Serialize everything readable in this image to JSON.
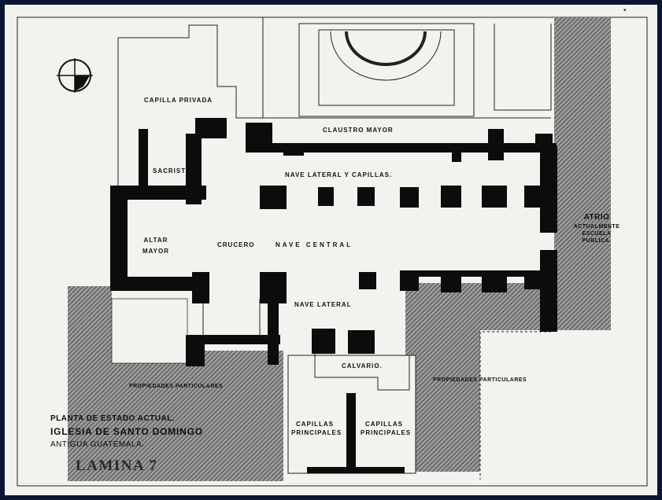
{
  "document": {
    "sheet_label": "LAMINA 7",
    "title_lines": [
      "PLANTA DE ESTADO ACTUAL.",
      "IGLESIA DE SANTO DOMINGO",
      "ANTIGUA GUATEMALA."
    ]
  },
  "plan_labels": {
    "capilla_privada": "CAPILLA PRIVADA",
    "claustro_mayor": "CLAUSTRO MAYOR",
    "sacristia": "SACRISTIA",
    "nave_lateral_capillas": "NAVE LATERAL Y CAPILLAS.",
    "altar_mayor": [
      "ALTAR",
      "MAYOR"
    ],
    "crucero": "CRUCERO",
    "nave_central": "NAVE CENTRAL",
    "nave_lateral": "NAVE LATERAL",
    "calvario": "CALVARIO.",
    "atrio": [
      "ATRIO",
      "ACTUALMENTE",
      "ESCUELA",
      "PUBLICA."
    ],
    "propiedades_left": "PROPIEDADES PARTICULARES",
    "propiedades_right": "PROPIEDADES PARTICULARES",
    "capillas_principales_left": [
      "CAPILLAS",
      "PRINCIPALES"
    ],
    "capillas_principales_right": [
      "CAPILLAS",
      "PRINCIPALES"
    ]
  },
  "colors": {
    "frame": "#0b1633",
    "paper": "#f2f2ee",
    "ink": "#111111",
    "hatch": "#555555"
  }
}
